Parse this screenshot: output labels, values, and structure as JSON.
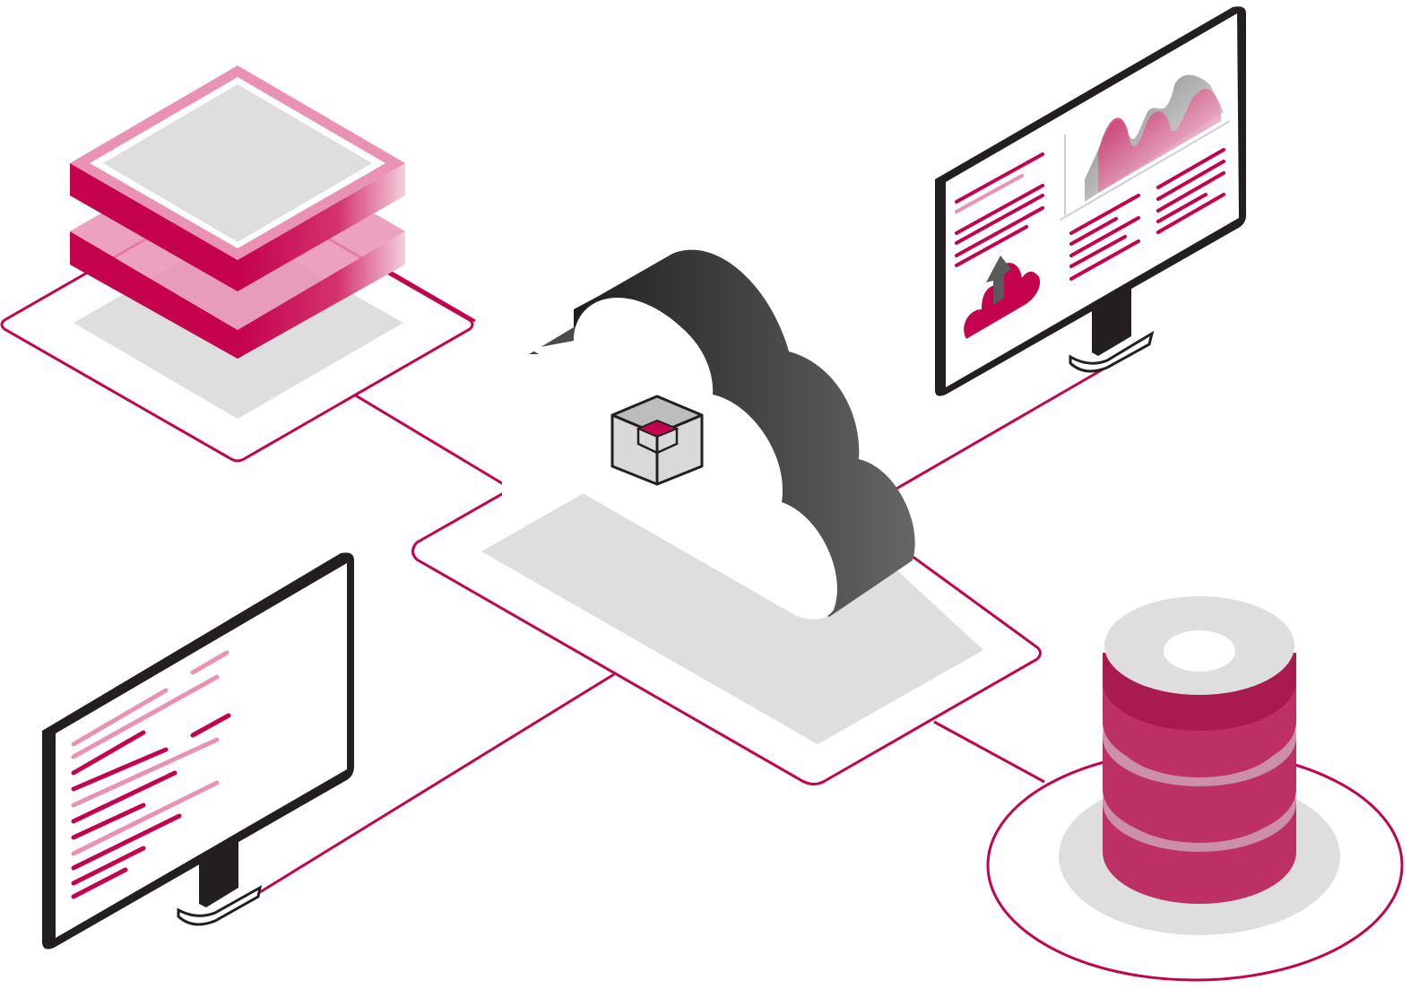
{
  "diagram": {
    "colors": {
      "accent": "#c4024d",
      "accent_mid": "#d4336e",
      "accent_light": "#e992b3",
      "accent_pale": "#f2bfd3",
      "db_body": "#a91a4f",
      "dark": "#231f20",
      "cloud_dark": "#3a3a3a",
      "cloud_grey": "#5c5c5c",
      "platform_grey": "#dedede",
      "white": "#ffffff"
    },
    "nodes": [
      {
        "id": "server-stack",
        "label": "",
        "icon": "layered-server-icon"
      },
      {
        "id": "cloud-hub",
        "label": "",
        "icon": "cloud-icon"
      },
      {
        "id": "container-box",
        "label": "",
        "icon": "container-cube-icon"
      },
      {
        "id": "analytics-monitor",
        "label": "",
        "icon": "dashboard-monitor-icon"
      },
      {
        "id": "code-monitor",
        "label": "",
        "icon": "code-monitor-icon"
      },
      {
        "id": "database",
        "label": "",
        "icon": "database-cylinder-icon"
      }
    ],
    "connections": [
      {
        "from": "cloud-hub",
        "to": "server-stack"
      },
      {
        "from": "cloud-hub",
        "to": "analytics-monitor"
      },
      {
        "from": "cloud-hub",
        "to": "code-monitor"
      },
      {
        "from": "cloud-hub",
        "to": "database"
      }
    ]
  }
}
